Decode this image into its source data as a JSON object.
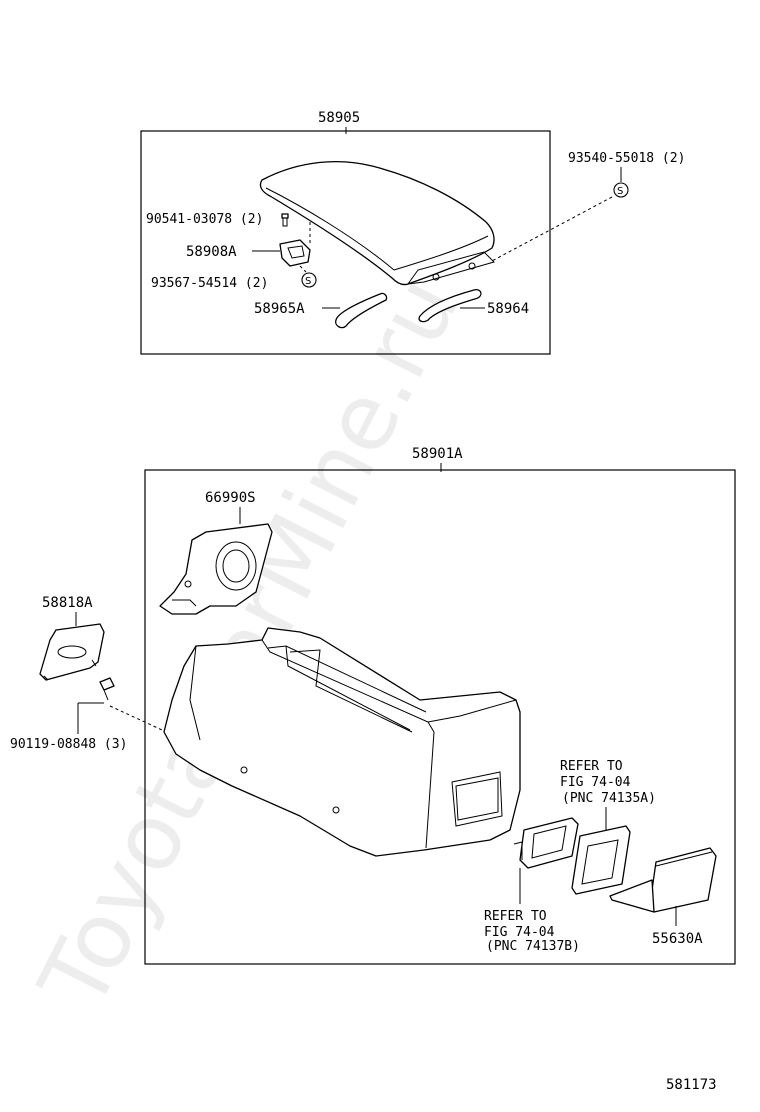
{
  "watermark": "ToyotaCarMine.ru",
  "figure_code": "581173",
  "groups": {
    "armrest_lid": "58905",
    "console_box": "58901A"
  },
  "parts": {
    "p90541": "90541-03078 (2)",
    "p58908A": "58908A",
    "p93567": "93567-54514 (2)",
    "p58965A": "58965A",
    "p93540": "93540-55018 (2)",
    "p58964": "58964",
    "p66990S": "66990S",
    "p58818A": "58818A",
    "p90119": "90119-08848 (3)",
    "p55630A": "55630A"
  },
  "refs": {
    "ref_a": {
      "line1": "REFER TO",
      "line2": "FIG 74-04",
      "line3": "(PNC 74135A)"
    },
    "ref_b": {
      "line1": "REFER TO",
      "line2": "FIG 74-04",
      "line3": "(PNC 74137B)"
    }
  },
  "symbol_label": "S",
  "icons": [
    "screw-icon",
    "clip-symbol-icon"
  ]
}
